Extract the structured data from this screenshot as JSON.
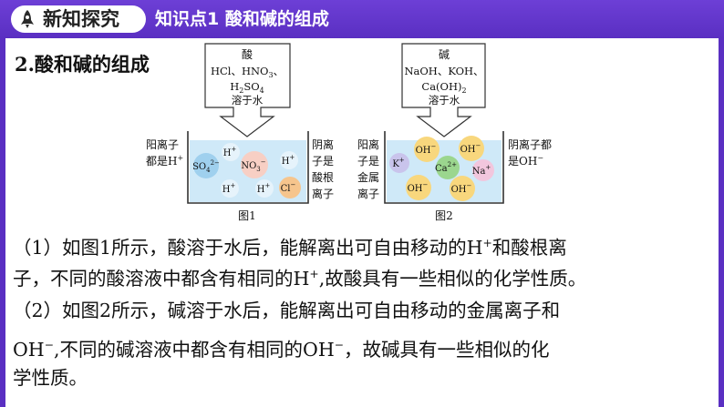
{
  "header": {
    "tab_title": "新知探究",
    "subtitle": "知识点1  酸和碱的组成",
    "rocket_icon": "rocket-icon",
    "banner_color": "#5a2fc2"
  },
  "section_title": "2.酸和碱的组成",
  "figure1": {
    "label": "图1",
    "box_title": "酸",
    "box_line1": "HCl、HNO",
    "box_line1_sub": "3",
    "box_line1_end": "、",
    "box_line2_main": "H",
    "box_line2_sub1": "2",
    "box_line2_mid": "SO",
    "box_line2_sub2": "4",
    "box_line3": "溶于水",
    "left_note_1": "阳离子",
    "left_note_2": "都是H",
    "left_note_2_sup": "+",
    "right_note": [
      "阴离",
      "子是",
      "酸根",
      "离子"
    ],
    "ions": {
      "so4": "SO",
      "so4_sub": "4",
      "so4_sup": "2−",
      "no3": "NO",
      "no3_sub": "3",
      "no3_sup": "−",
      "h": "H",
      "h_sup": "+",
      "cl": "Cl",
      "cl_sup": "−"
    }
  },
  "figure2": {
    "label": "图2",
    "box_title": "碱",
    "box_line1": "NaOH、KOH、",
    "box_line2": "Ca(OH)",
    "box_line2_sub": "2",
    "box_line3": "溶于水",
    "left_note": [
      "阳离",
      "子是",
      "金属",
      "离子"
    ],
    "right_note_1": "阴离子都",
    "right_note_2": "是OH",
    "right_note_2_sup": "−",
    "ions": {
      "k": "K",
      "k_sup": "+",
      "oh": "OH",
      "oh_sup": "−",
      "ca": "Ca",
      "ca_sup": "2+",
      "na": "Na",
      "na_sup": "+"
    }
  },
  "paragraphs": {
    "p1_line1": "（1）如图1所示，酸溶于水后，能解离出可自由移动的H",
    "p1_line1_sup": "+",
    "p1_line1_end": "和酸根离",
    "p1_line2": "子，不同的酸溶液中都含有相同的H",
    "p1_line2_sup": "+",
    "p1_line2_end": ",故酸具有一些相似的化学性质。",
    "p2_line1": "（2）如图2所示，碱溶于水后，能解离出可自由移动的金属离子和",
    "p2_line2_start": "OH",
    "p2_line2_sup": "−",
    "p2_line2": ",不同的碱溶液中都含有相同的OH",
    "p2_line2_sup2": "−",
    "p2_line2_end": "，故碱具有一些相似的化",
    "p2_line3": "学性质。"
  },
  "colors": {
    "water": "#cfe9f8",
    "ion_h": "#e6f3fb",
    "ion_so4": "#9fd0ee",
    "ion_no3": "#f7cfc4",
    "ion_cl": "#f6c58d",
    "ion_oh": "#f8d77d",
    "ion_ca": "#9bd68e",
    "ion_k": "#c9c4ec",
    "ion_na": "#f2c6dd"
  }
}
